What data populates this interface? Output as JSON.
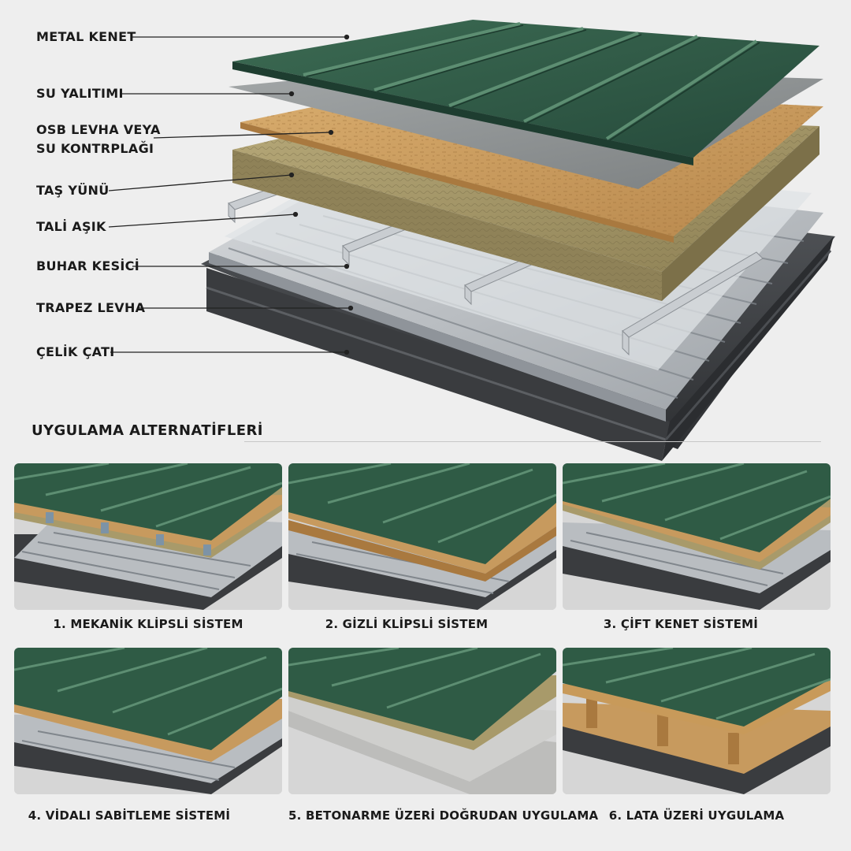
{
  "hero": {
    "layers": [
      "METAL KENET",
      "SU YALITIMI",
      "OSB LEVHA VEYA\nSU KONTRPLAĞI",
      "TAŞ YÜNÜ",
      "TALİ AŞIK",
      "BUHAR KESİCİ",
      "TRAPEZ LEVHA",
      "ÇELİK ÇATI"
    ]
  },
  "alternatives": {
    "title": "UYGULAMA ALTERNATİFLERİ",
    "items": [
      {
        "caption": "1. MEKANİK KLİPSLİ SİSTEM"
      },
      {
        "caption": "2. GİZLİ KLİPSLİ SİSTEM"
      },
      {
        "caption": "3. ÇİFT KENET SİSTEMİ"
      },
      {
        "caption": "4. VİDALI SABİTLEME SİSTEMİ"
      },
      {
        "caption": "5. BETONARME ÜZERİ DOĞRUDAN UYGULAMA"
      },
      {
        "caption": "6. LATA ÜZERİ UYGULAMA"
      }
    ]
  },
  "colors": {
    "panel_green": "#2f5b45",
    "seam_green": "#4d7e63",
    "membrane_gray": "#8f9394",
    "osb": "#c79a5e",
    "rock_wool": "#a89a6a",
    "steel": "#3d3f42",
    "trapezoid": "#b8bcc0",
    "purlin": "#c9cdd1",
    "concrete": "#c4c4c2",
    "batten": "#c89a5a",
    "background": "#eeeeee"
  }
}
